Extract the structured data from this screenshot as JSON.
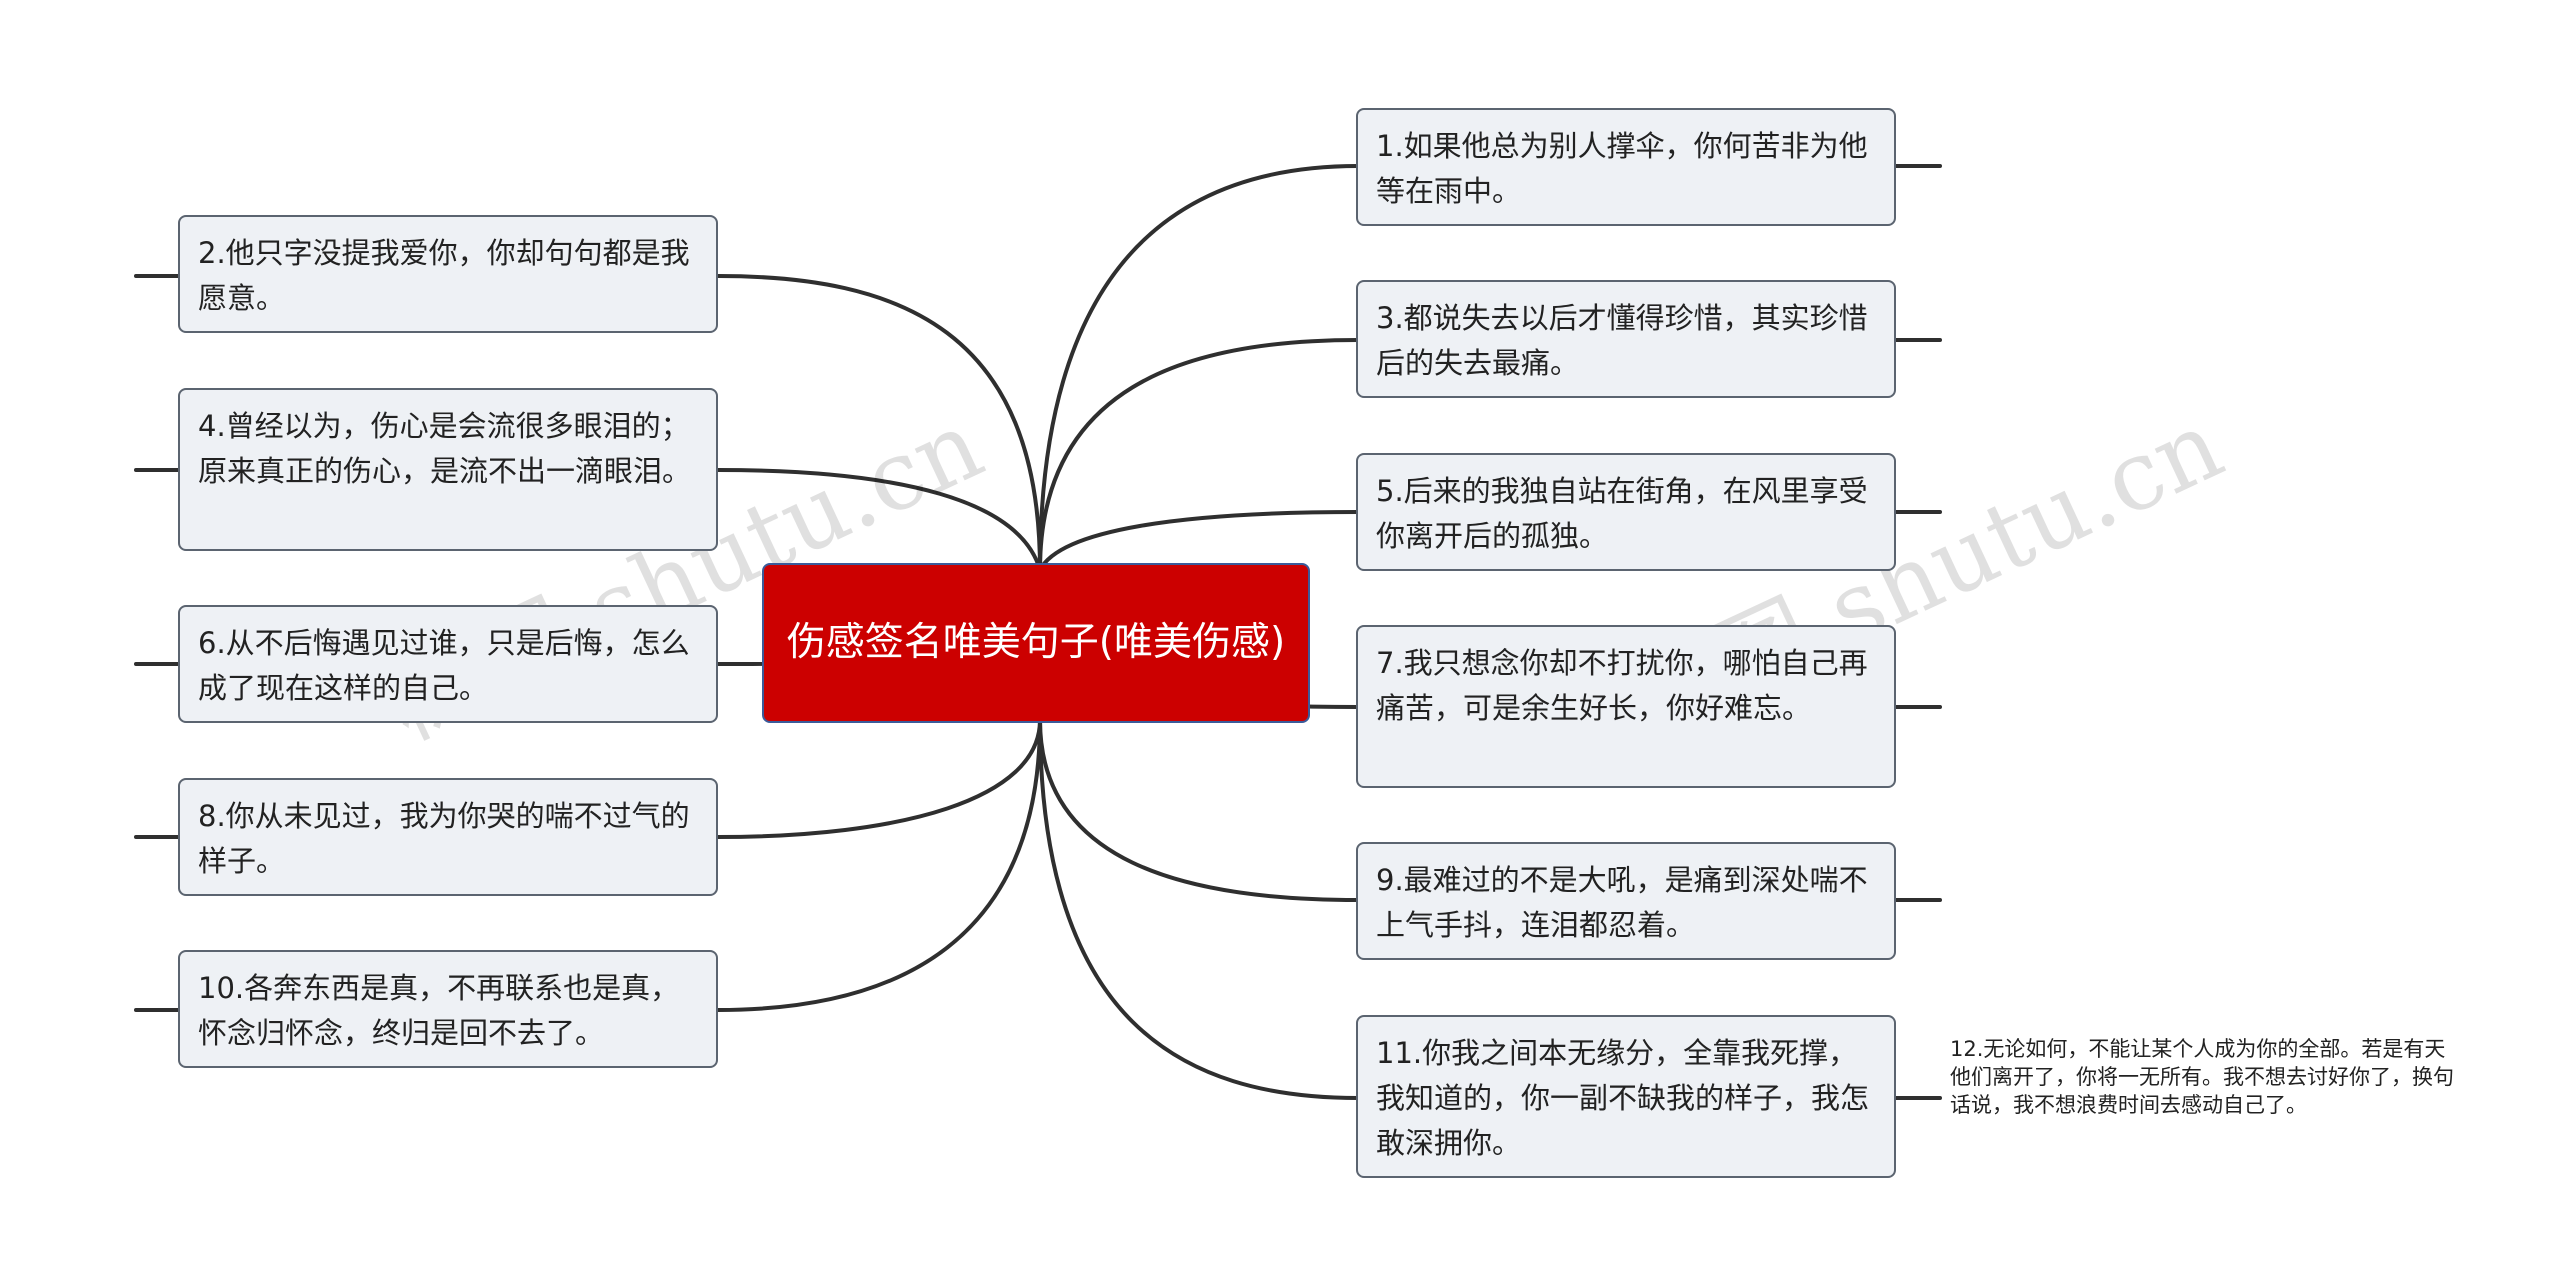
{
  "root": {
    "label": "伤感签名唯美句子(唯美伤感)"
  },
  "nodes": [
    {
      "id": "n1",
      "text": "1.如果他总为别人撑伞，你何苦非为他等在雨中。"
    },
    {
      "id": "n2",
      "text": "2.他只字没提我爱你，你却句句都是我愿意。"
    },
    {
      "id": "n3",
      "text": "3.都说失去以后才懂得珍惜，其实珍惜后的失去最痛。"
    },
    {
      "id": "n4",
      "text": "4.曾经以为，伤心是会流很多眼泪的；原来真正的伤心，是流不出一滴眼泪。"
    },
    {
      "id": "n5",
      "text": "5.后来的我独自站在街角，在风里享受你离开后的孤独。"
    },
    {
      "id": "n6",
      "text": "6.从不后悔遇见过谁，只是后悔，怎么成了现在这样的自己。"
    },
    {
      "id": "n7",
      "text": "7.我只想念你却不打扰你，哪怕自己再痛苦，可是余生好长，你好难忘。"
    },
    {
      "id": "n8",
      "text": "8.你从未见过，我为你哭的喘不过气的样子。"
    },
    {
      "id": "n9",
      "text": "9.最难过的不是大吼，是痛到深处喘不上气手抖，连泪都忍着。"
    },
    {
      "id": "n10",
      "text": "10.各奔东西是真，不再联系也是真，怀念归怀念，终归是回不去了。"
    },
    {
      "id": "n11",
      "text": "11.你我之间本无缘分，全靠我死撑，我知道的，你一副不缺我的样子，我怎敢深拥你。"
    }
  ],
  "note": {
    "text": "12.无论如何，不能让某个人成为你的全部。若是有天他们离开了，你将一无所有。我不想去讨好你了，换句话说，我不想浪费时间去感动自己了。"
  },
  "watermark": {
    "text": "树图 shutu.cn"
  },
  "colors": {
    "root_fill": "#cc0000",
    "node_fill": "#eef1f5",
    "node_border": "#5b6470",
    "edge": "#2f2f2f"
  }
}
